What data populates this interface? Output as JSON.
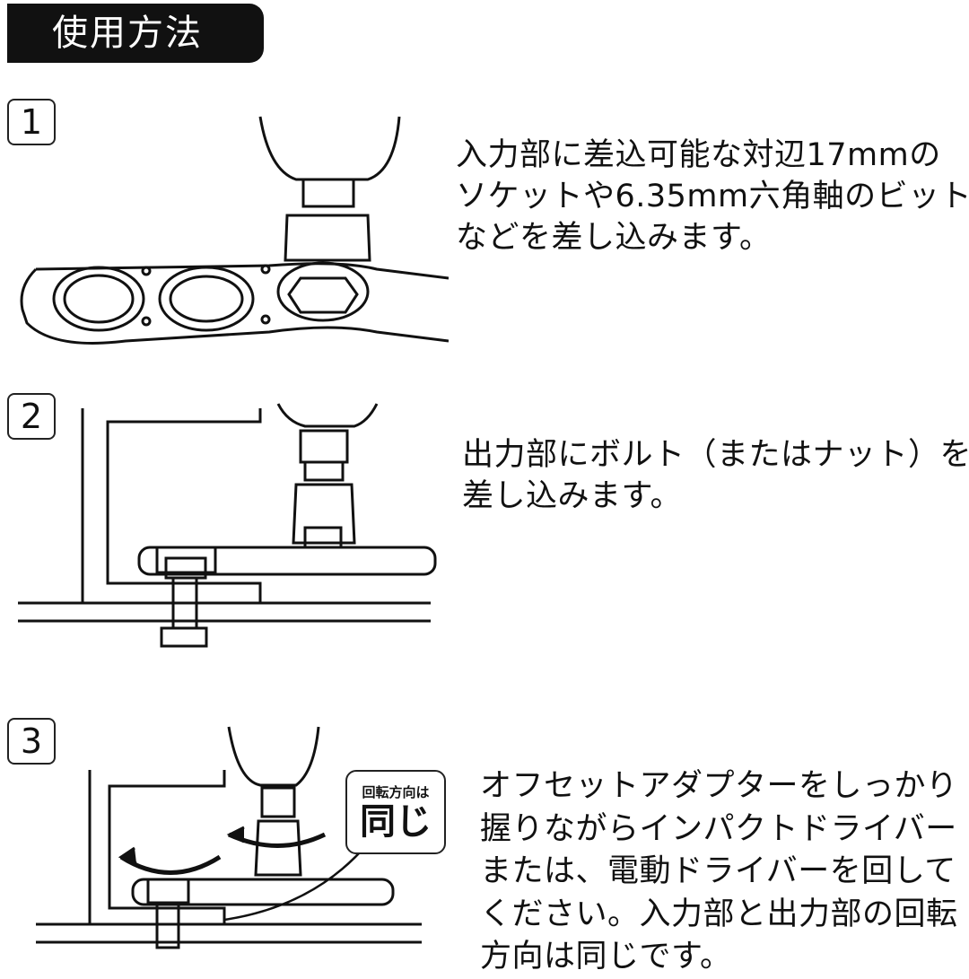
{
  "header": {
    "title": "使用方法"
  },
  "steps": [
    {
      "number": "1",
      "text": "入力部に差込可能な対辺17mmの\nソケットや6.35mm六角軸のビット\nなどを差し込みます。"
    },
    {
      "number": "2",
      "text": "出力部にボルト（またはナット）を\n差し込みます。"
    },
    {
      "number": "3",
      "text": "オフセットアダプターをしっかり\n握りながらインパクトドライバー\nまたは、電動ドライバーを回して\nください。入力部と出力部の回転\n方向は同じです。",
      "callout": {
        "small": "回転方向は",
        "large": "同じ"
      }
    }
  ]
}
